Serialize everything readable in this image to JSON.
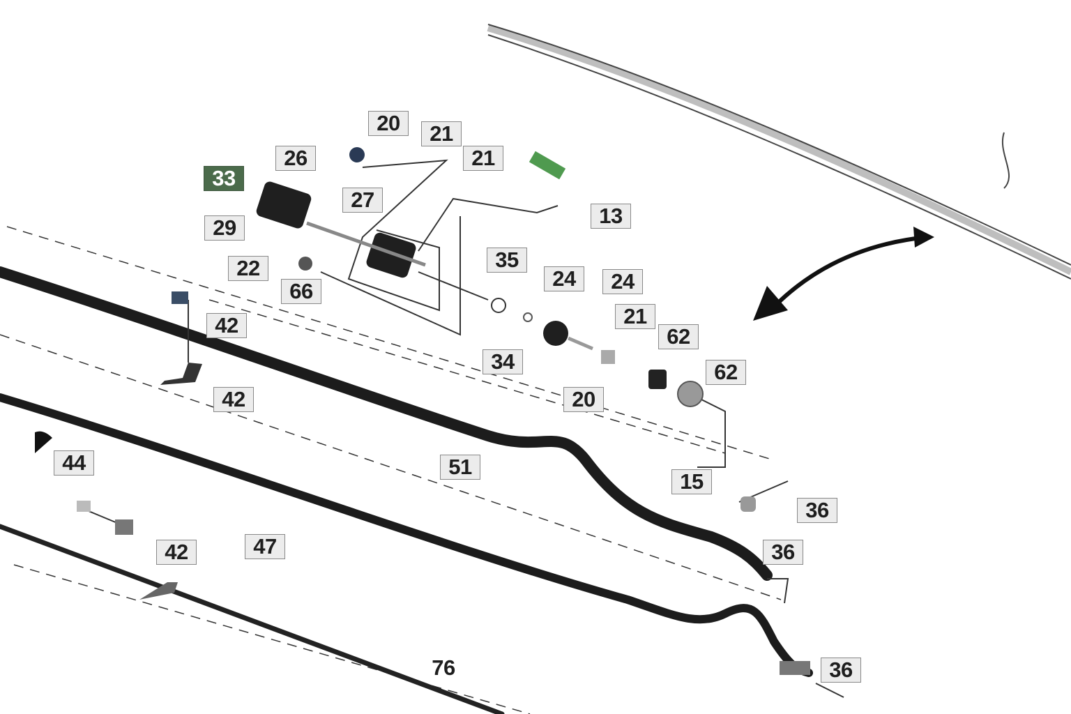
{
  "diagram": {
    "highlight_color": "#4b6b4b",
    "callouts": [
      "20",
      "21",
      "21",
      "26",
      "33",
      "27",
      "13",
      "29",
      "22",
      "66",
      "35",
      "24",
      "24",
      "42",
      "21",
      "62",
      "34",
      "20",
      "62",
      "42",
      "44",
      "51",
      "15",
      "36",
      "36",
      "47",
      "42",
      "36",
      "76"
    ]
  }
}
